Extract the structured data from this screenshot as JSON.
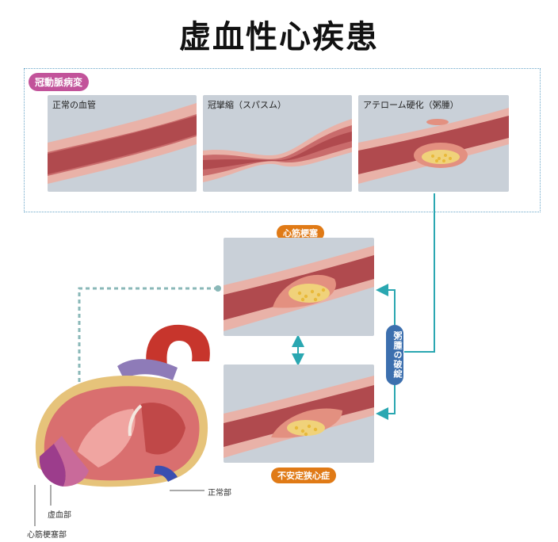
{
  "title": "虚血性心疾患",
  "group": {
    "label": "冠動脈病変",
    "panels": [
      {
        "label": "正常の血管"
      },
      {
        "label": "冠攣縮（スパスム）"
      },
      {
        "label": "アテローム硬化（粥腫）"
      }
    ]
  },
  "infarction_label": "心筋梗塞",
  "unstable_label": "不安定狭心症",
  "rupture_label": "粥腫の破綻",
  "heart_labels": {
    "normal": "正常部",
    "ischemic": "虚血部",
    "infarct": "心筋梗塞部"
  },
  "colors": {
    "arrow": "#2aa7b1",
    "pill_pink": "#c2539a",
    "pill_orange": "#e07a16",
    "pill_blue": "#3c6fae"
  }
}
